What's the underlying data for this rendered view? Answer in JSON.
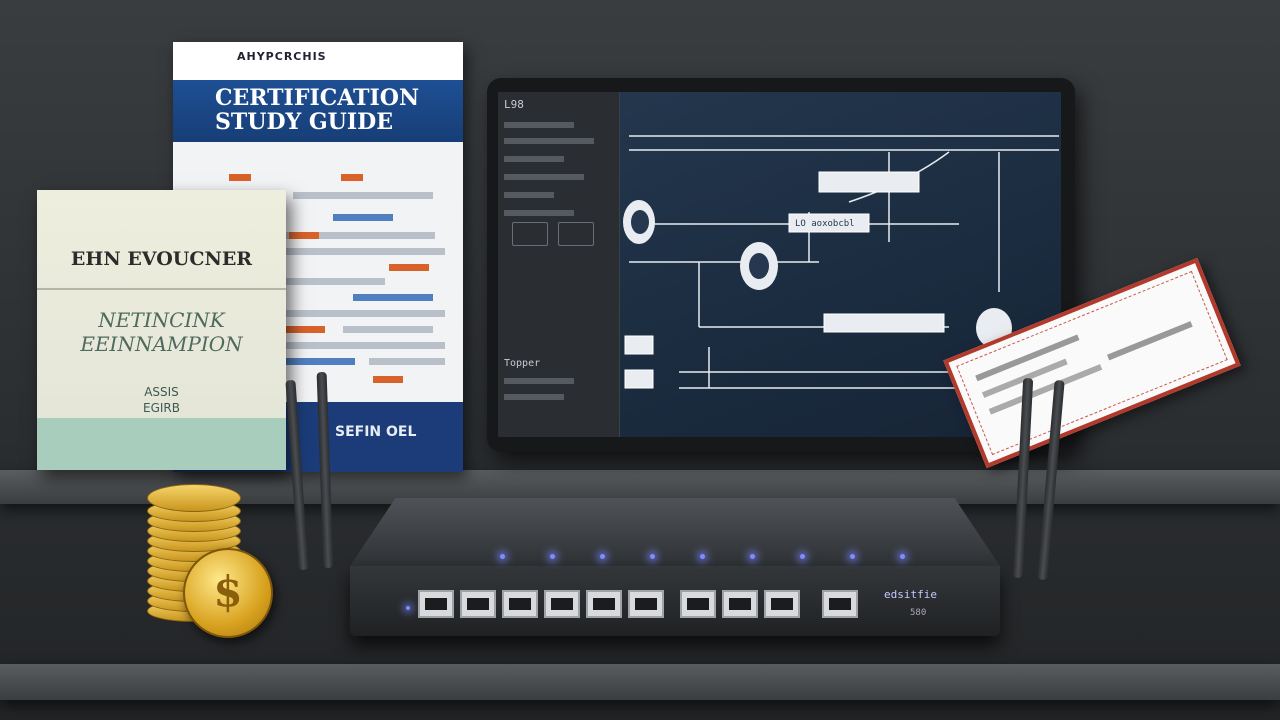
{
  "study_guide": {
    "publisher": "AHYPCRCHIS",
    "title_line1": "CERTIFICATION",
    "title_line2": "STUDY GUIDE",
    "footer_text": "SEFIN OEL"
  },
  "voucher_book": {
    "title": "EHN EVOUCNER",
    "subtitle_line1": "NETINCINK",
    "subtitle_line2": "EEINNAMPION",
    "small_line1": "ASSIS",
    "small_line2": "EGIRB"
  },
  "tablet": {
    "sidebar_header": "L98",
    "sidebar_footer": "Topper",
    "diagram_label_top": "",
    "diagram_label_mid": "LO aoxobcbl",
    "diagram_label_low": ""
  },
  "router": {
    "brand_text": "edsitfie",
    "model_text": "580"
  },
  "coin": {
    "symbol": "$"
  },
  "colors": {
    "guide_blue": "#1e4f94",
    "cert_red": "#b23a2c",
    "led_blue": "#7f8cff",
    "coin_gold": "#d8a21f"
  }
}
